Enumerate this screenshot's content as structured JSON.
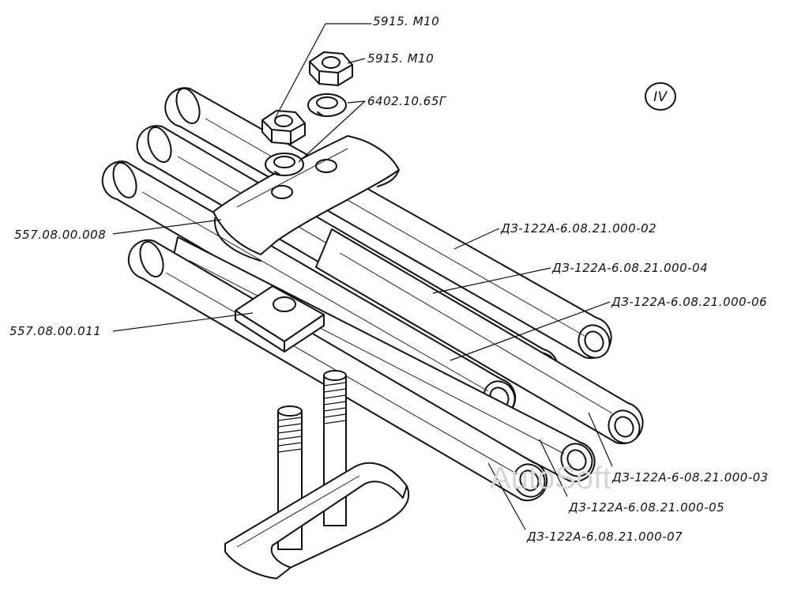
{
  "roman_numeral": "IV",
  "watermark": "AutoSoft",
  "labels": {
    "nut_top": "5915. M10",
    "nut_second": "5915. M10",
    "lock_washer": "6402.10.65Г",
    "clamp_top": "557.08.00.008",
    "clamp_bottom": "557.08.00.011",
    "tube_02": "ДЗ-122А-6.08.21.000-02",
    "tube_04": "ДЗ-122А-6.08.21.000-04",
    "tube_06": "ДЗ-122А-6.08.21.000-06",
    "tube_03": "ДЗ-122А-6-08.21.000-03",
    "tube_05": "ДЗ-122А-6.08.21.000-05",
    "tube_07": "ДЗ-122А-6.08.21.000-07"
  }
}
